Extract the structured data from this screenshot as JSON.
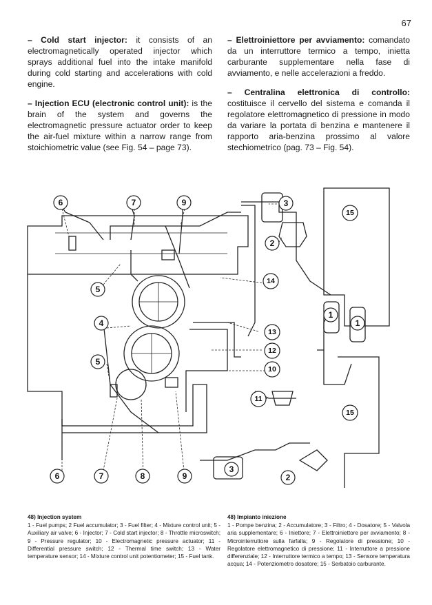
{
  "page": {
    "number": "67"
  },
  "english": {
    "paragraphs": [
      {
        "term": "– Cold start injector:",
        "text": " it consists of an electromagnetically operated injector which sprays additional fuel into the intake manifold during cold starting and accelerations with cold engine."
      },
      {
        "term": "– Injection ECU (electronic control unit):",
        "text": " is the brain of the system and governs the electromagnetic pressure actuator order to keep the air-fuel mixture within a narrow range from stoichiometric value (see Fig. 54 – page 73)."
      }
    ],
    "caption_title": "48) Injection system",
    "caption_body": "1 - Fuel pumps; 2 Fuel accumulator; 3 - Fuel filter; 4 - Mixture control unit; 5 - Auxiliary air valve; 6 - Injector; 7 - Cold start injector; 8 - Throttle microswitch; 9 - Pressure regulator; 10 - Electromagnetic pressure actuator; 11 - Differential pressure switch; 12 - Thermal time switch; 13 - Water temperature sensor; 14 - Mixture control unit potentiometer; 15 - Fuel tank."
  },
  "italian": {
    "paragraphs": [
      {
        "term": "– Elettroiniettore per avviamento:",
        "text": " comandato da un interruttore termico a tempo, inietta carburante supplementare nella fase di avviamento, e nelle accelerazioni a freddo."
      },
      {
        "term": "– Centralina elettronica di controllo:",
        "text": " costituisce il cervello del sistema e comanda il regolatore elettromagnetico di pressione in modo da variare la portata di benzina e mantenere il rapporto aria-benzina prossimo al valore stechiometrico (pag. 73 – Fig. 54)."
      }
    ],
    "caption_title": "48) Impianto iniezione",
    "caption_body": "1 - Pompe benzina; 2 - Accumulatore; 3 - Filtro; 4 - Dosatore; 5 - Valvola aria supplementare; 6 - Iniettore; 7 - Elettroiniettore per avviamento; 8 - Microinterruttore sulla farfalla; 9 - Regolatore di pressione; 10 - Regolatore elettromagnetico di pressione; 11 - Interruttore a pressione differenziale; 12 - Interruttore termico a tempo; 13 - Sensore temperatura acqua; 14 - Potenziometro dosatore; 15 - Serbatoio carburante."
  },
  "diagram": {
    "callouts": {
      "c6_top": "6",
      "c7_top": "7",
      "c9_top": "9",
      "c3_top": "3",
      "c15_top": "15",
      "c2_top": "2",
      "c5_top": "5",
      "c14": "14",
      "c1_left": "1",
      "c1_right": "1",
      "c4": "4",
      "c13": "13",
      "c12": "12",
      "c5_bottom": "5",
      "c10": "10",
      "c11": "11",
      "c15_bottom": "15",
      "c6_bottom": "6",
      "c7_bottom": "7",
      "c8": "8",
      "c9_bottom": "9",
      "c3_bottom": "3",
      "c2_bottom": "2"
    }
  }
}
